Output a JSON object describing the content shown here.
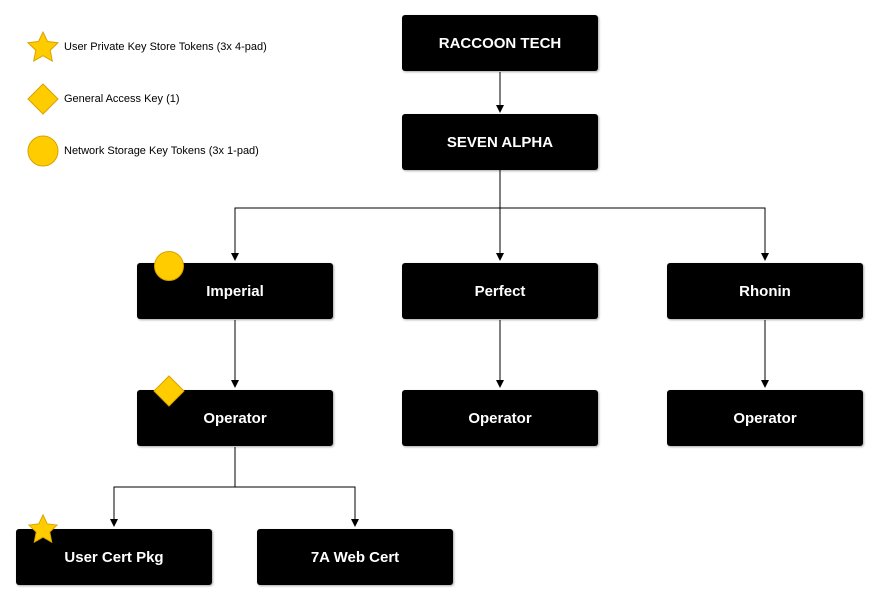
{
  "colors": {
    "node_fill": "#000000",
    "node_text": "#ffffff",
    "token": "#ffcc00",
    "token_stroke": "#d8a200",
    "edge": "#000000"
  },
  "legend": [
    {
      "icon": "star-icon",
      "label": "User Private Key Store Tokens (3x 4-pad)"
    },
    {
      "icon": "diamond-icon",
      "label": "General Access Key (1)"
    },
    {
      "icon": "circle-icon",
      "label": "Network Storage Key Tokens (3x 1-pad)"
    }
  ],
  "nodes": {
    "raccoon_tech": "RACCOON TECH",
    "seven_alpha": "SEVEN ALPHA",
    "imperial": "Imperial",
    "perfect": "Perfect",
    "rhonin": "Rhonin",
    "imperial_operator": "Operator",
    "perfect_operator": "Operator",
    "rhonin_operator": "Operator",
    "user_cert_pkg": "User Cert Pkg",
    "web_cert": "7A Web Cert"
  },
  "badges": [
    {
      "node": "imperial",
      "icon": "circle-icon"
    },
    {
      "node": "imperial_operator",
      "icon": "diamond-icon"
    },
    {
      "node": "user_cert_pkg",
      "icon": "star-icon"
    }
  ],
  "edges": [
    {
      "from": "raccoon_tech",
      "to": "seven_alpha"
    },
    {
      "from": "seven_alpha",
      "to": "imperial"
    },
    {
      "from": "seven_alpha",
      "to": "perfect"
    },
    {
      "from": "seven_alpha",
      "to": "rhonin"
    },
    {
      "from": "imperial",
      "to": "imperial_operator"
    },
    {
      "from": "perfect",
      "to": "perfect_operator"
    },
    {
      "from": "rhonin",
      "to": "rhonin_operator"
    },
    {
      "from": "imperial_operator",
      "to": "user_cert_pkg"
    },
    {
      "from": "imperial_operator",
      "to": "web_cert"
    }
  ]
}
